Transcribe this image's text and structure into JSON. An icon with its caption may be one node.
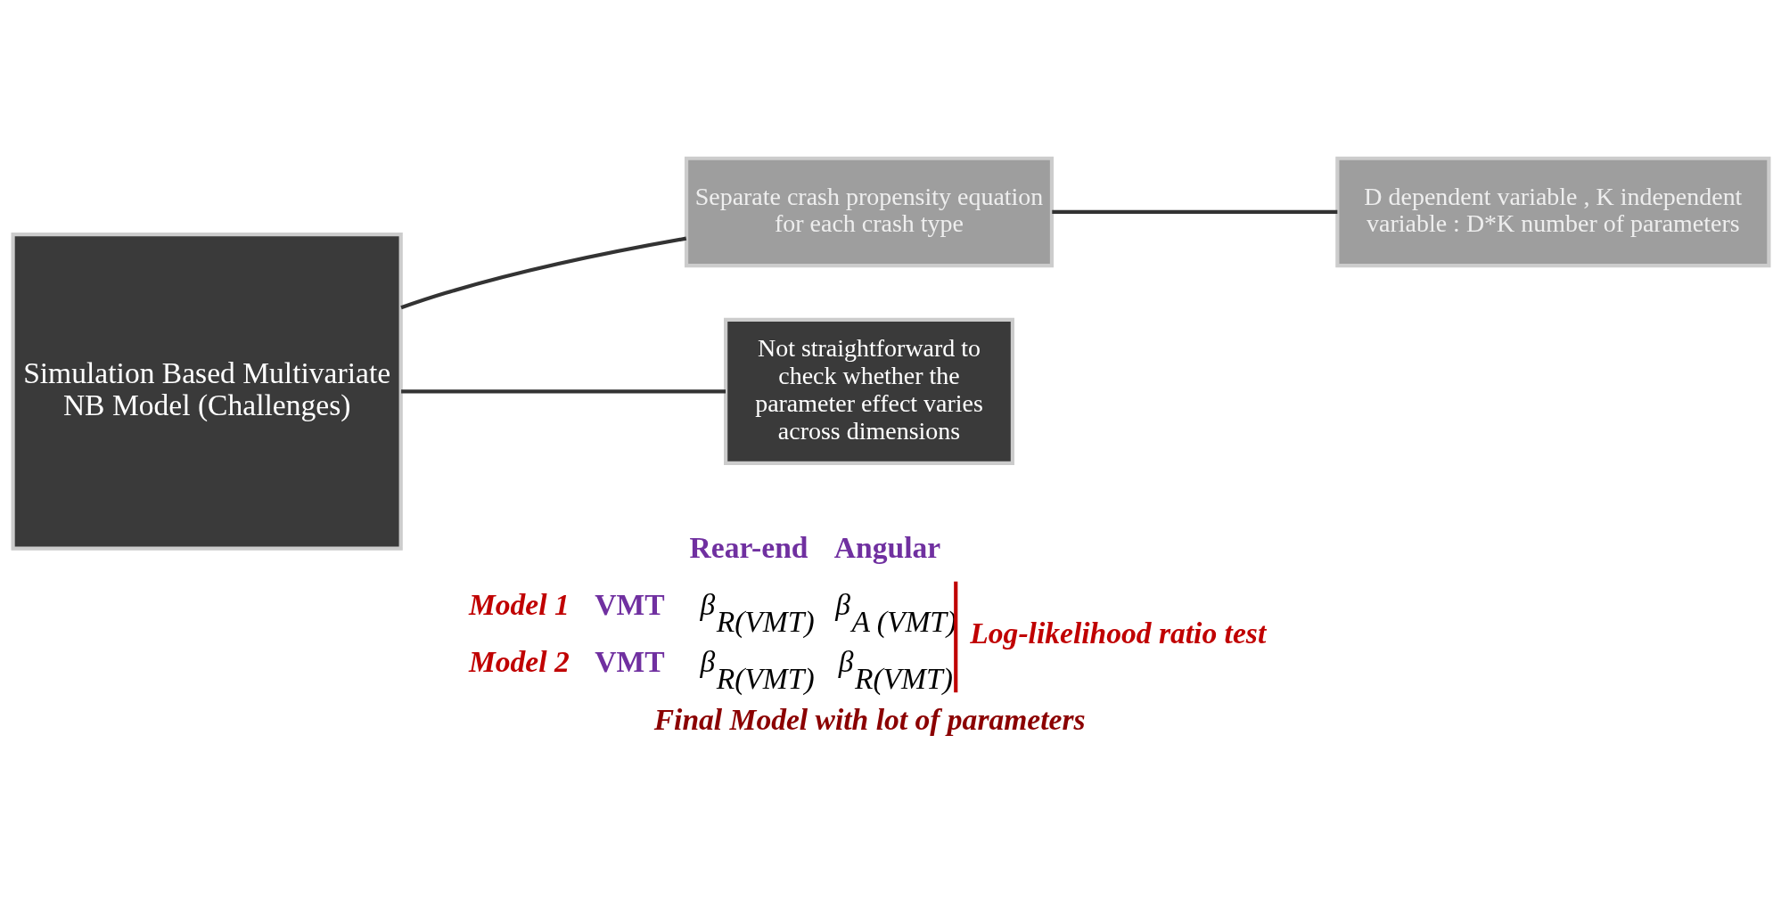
{
  "diagram": {
    "nodes": [
      {
        "text": [
          "Simulation Based Multivariate NB Model (Challenges)"
        ]
      },
      {
        "text": [
          "Separate crash propensity equation for each crash type"
        ]
      },
      {
        "text": [
          "D dependent variable , K independent variable : D*K number of parameters"
        ]
      },
      {
        "text": [
          "Not straightforward to check whether the parameter effect varies across dimensions"
        ]
      }
    ],
    "edges": [
      {
        "from": 0,
        "to": 1,
        "arrow": "none"
      },
      {
        "from": 1,
        "to": 2,
        "arrow": "none"
      },
      {
        "from": 0,
        "to": 3,
        "arrow": "none"
      }
    ],
    "labels": [
      "Rear-end",
      "Angular",
      "Model 1",
      "VMT",
      "*β*$_{R(VMT)}$",
      "*β*$_{A (VMT)}$",
      "Log-likelihood ratio test",
      "Model 2",
      "VMT",
      "*β*$_{R(VMT)}$",
      "*β*$_{R(VMT)}$",
      "Final Model with lot of parameters"
    ]
  }
}
